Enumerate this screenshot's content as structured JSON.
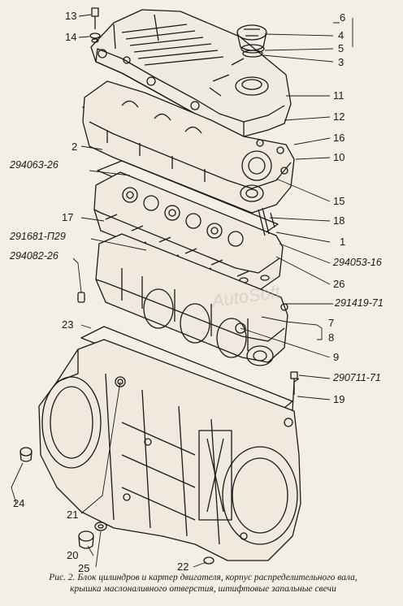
{
  "figure": {
    "caption_line1": "Рис. 2. Блок цилиндров и картер двигателя, корпус распределительного вала,",
    "caption_line2": "крышка маслоналивного отверстия, штифтовые запальные свечи",
    "watermark": "AutoSoft"
  },
  "callouts": {
    "n1": "1",
    "n2": "2",
    "n3": "3",
    "n4": "4",
    "n5": "5",
    "n6": "6",
    "n7": "7",
    "n8": "8",
    "n9": "9",
    "n10": "10",
    "n11": "11",
    "n12": "12",
    "n13": "13",
    "n14": "14",
    "n15": "15",
    "n16": "16",
    "n17": "17",
    "n18": "18",
    "n19": "19",
    "n20": "20",
    "n21": "21",
    "n22": "22",
    "n23": "23",
    "n24": "24",
    "n25": "25",
    "n26": "26",
    "c294063": "294063-26",
    "c291681": "291681-П29",
    "c294082": "294082-26",
    "c294053": "294053-16",
    "c291419": "291419-71",
    "c290711": "290711-71"
  },
  "colors": {
    "ink": "#1a1a1a",
    "paper": "#f4efe6"
  }
}
